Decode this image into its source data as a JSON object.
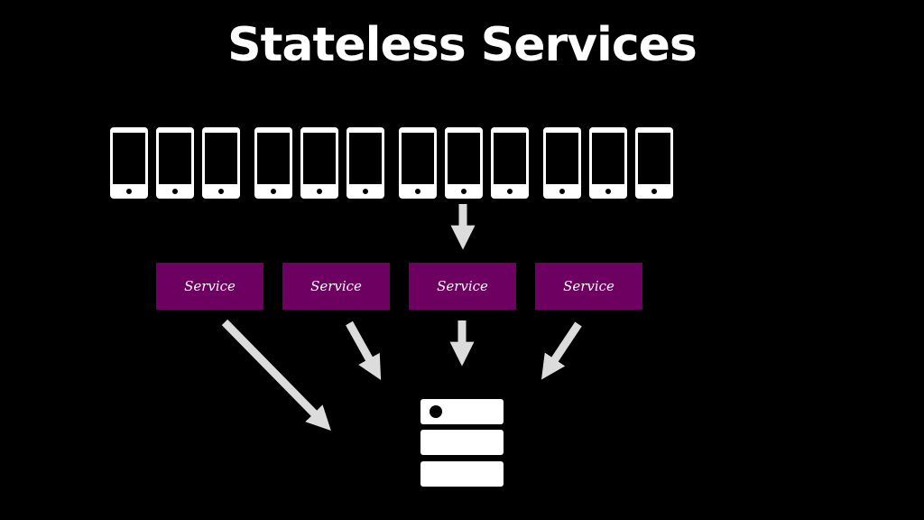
{
  "title": "Stateless Services",
  "phones": {
    "count": 12,
    "groups": [
      3,
      3,
      3,
      3
    ],
    "icon": "smartphone-icon"
  },
  "services": [
    {
      "label": "Service"
    },
    {
      "label": "Service"
    },
    {
      "label": "Service"
    },
    {
      "label": "Service"
    }
  ],
  "database": {
    "icon": "server-database-icon"
  },
  "colors": {
    "background": "#000000",
    "service": "#6e0061",
    "arrow": "#dcdcdc",
    "icon": "#ffffff"
  }
}
